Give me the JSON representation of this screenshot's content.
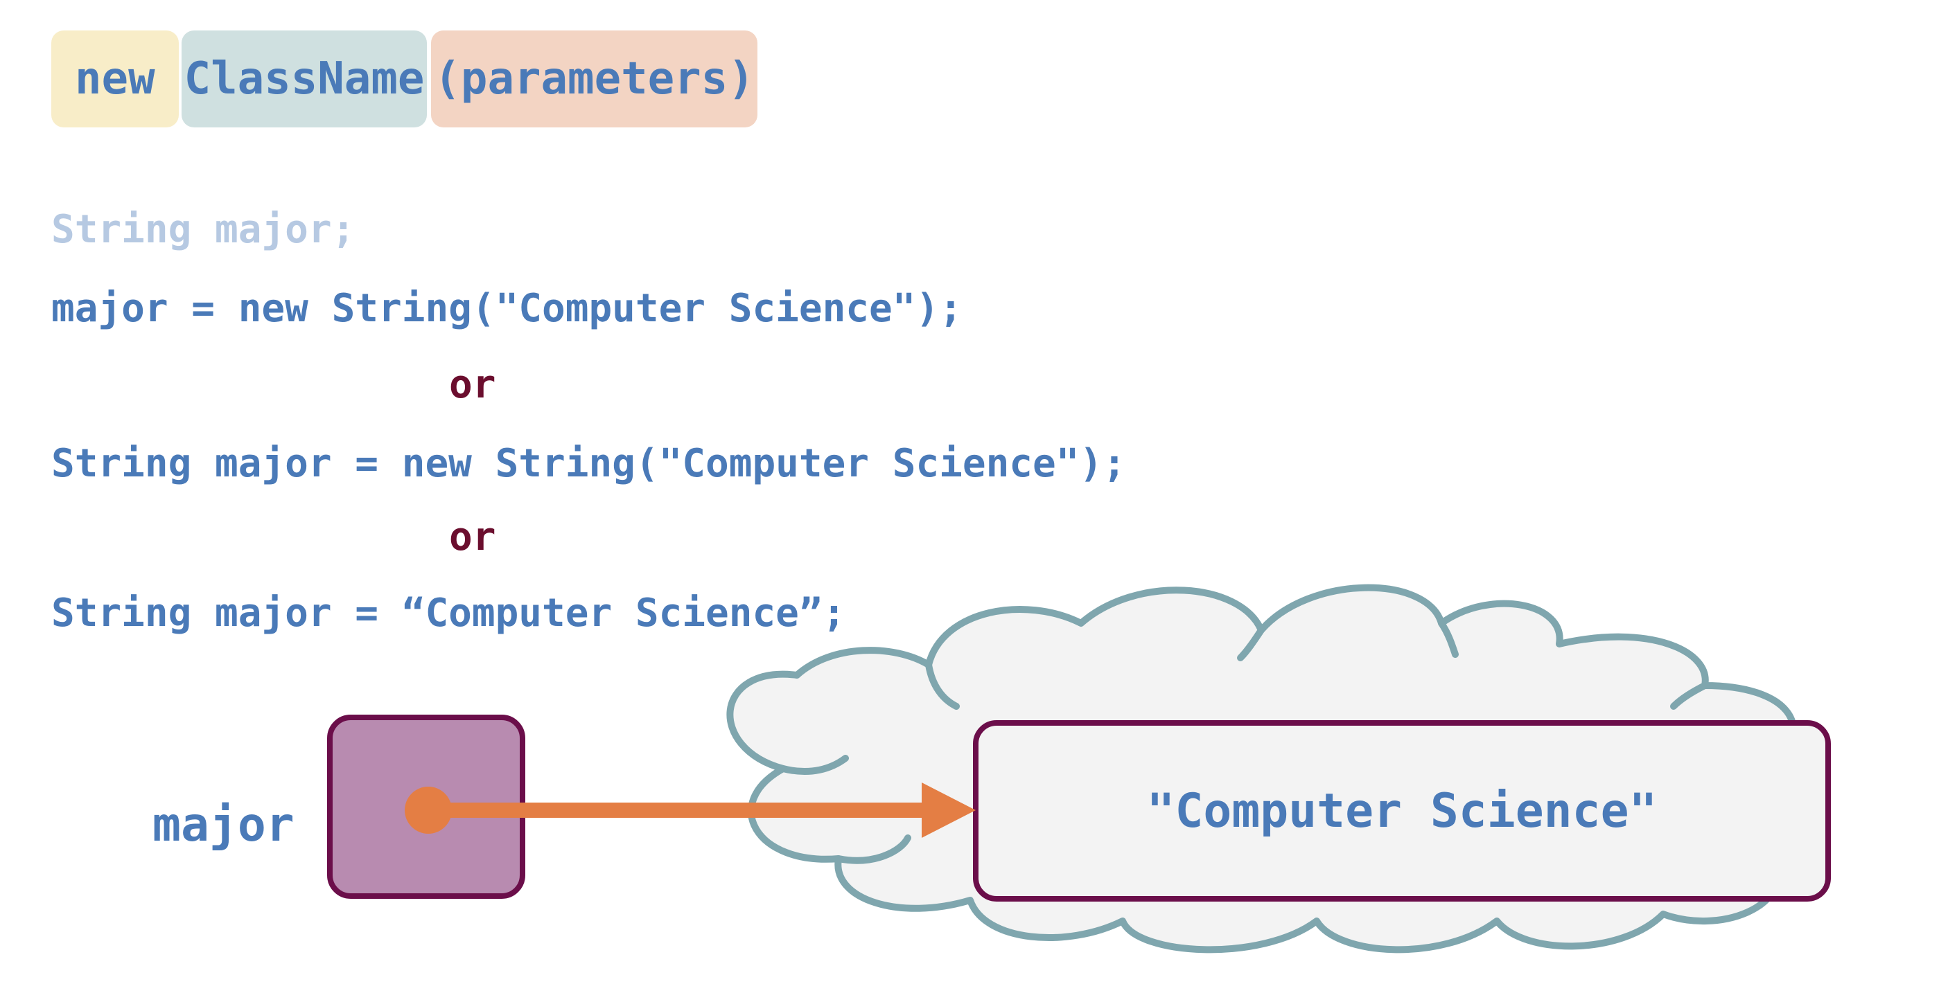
{
  "syntax": {
    "keyword": "new",
    "class_name": "ClassName",
    "params": "(parameters)"
  },
  "code": {
    "line1": "String major;",
    "line2": "major = new String(\"Computer Science\");",
    "or1": "or",
    "line3": "String major = new String(\"Computer Science\");",
    "or2": "or",
    "line4": "String major = “Computer Science”;"
  },
  "diagram": {
    "variable_label": "major",
    "object_value": "\"Computer Science\""
  },
  "colors": {
    "code_blue": "#4A7AB8",
    "faded_blue": "#B6C9E2",
    "or_maroon": "#6B0E2E",
    "keyword_pill": "#F8EDC8",
    "class_pill": "#CFE0E0",
    "params_pill": "#F3D4C3",
    "reference_box_fill": "#B88BB0",
    "reference_box_border": "#6B0E4A",
    "arrow_orange": "#E47E44",
    "cloud_fill": "#F3F3F3",
    "cloud_stroke": "#7FA6AE"
  }
}
